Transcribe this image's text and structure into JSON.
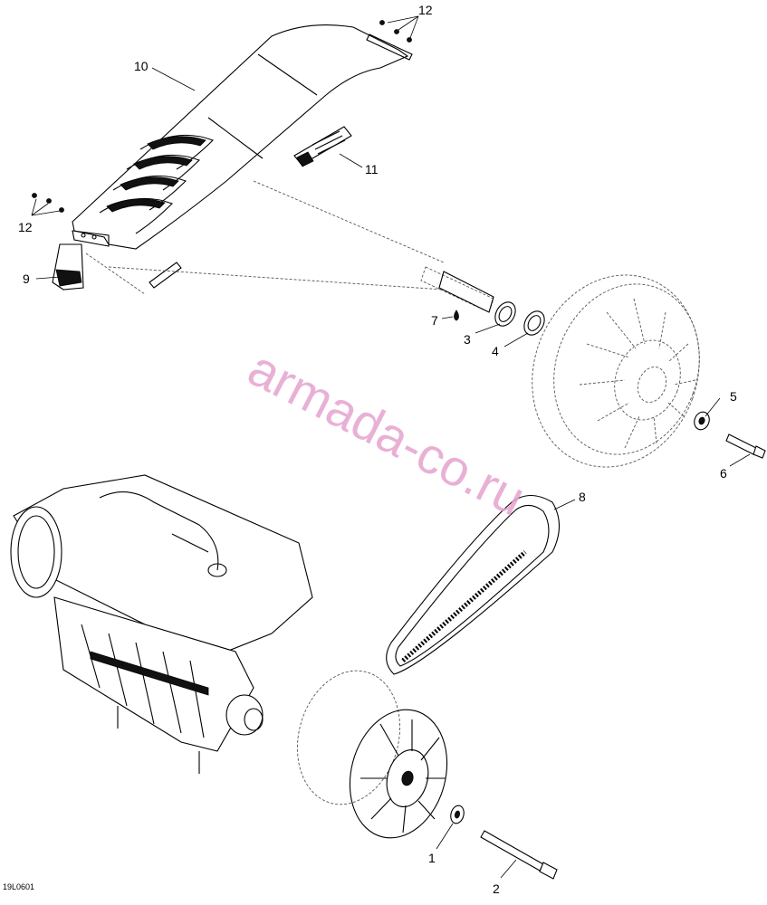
{
  "diagram": {
    "reference_code": "19L0601",
    "watermark": "armada-co.ru"
  },
  "callouts": [
    {
      "id": "c1",
      "label": "1",
      "part": "washer"
    },
    {
      "id": "c2",
      "label": "2",
      "part": "bolt"
    },
    {
      "id": "c3",
      "label": "3",
      "part": "spacer-ring"
    },
    {
      "id": "c4",
      "label": "4",
      "part": "spacer-ring"
    },
    {
      "id": "c5",
      "label": "5",
      "part": "washer"
    },
    {
      "id": "c6",
      "label": "6",
      "part": "bolt"
    },
    {
      "id": "c7",
      "label": "7",
      "part": "lubricant"
    },
    {
      "id": "c8",
      "label": "8",
      "part": "drive-belt"
    },
    {
      "id": "c9",
      "label": "9",
      "part": "bracket"
    },
    {
      "id": "c10",
      "label": "10",
      "part": "belt-guard"
    },
    {
      "id": "c11",
      "label": "11",
      "part": "warning-label"
    },
    {
      "id": "c12a",
      "label": "12",
      "part": "nuts"
    },
    {
      "id": "c12b",
      "label": "12",
      "part": "nuts"
    }
  ]
}
